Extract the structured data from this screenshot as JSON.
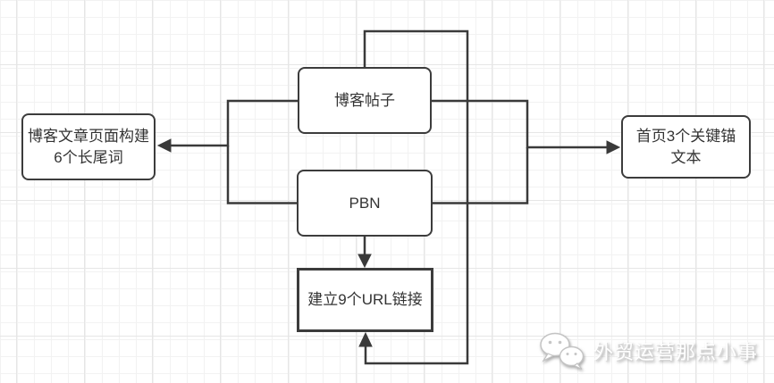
{
  "diagram": {
    "nodes": [
      {
        "id": "blog-posts",
        "label": "博客帖子"
      },
      {
        "id": "blog-article-longtail",
        "label": "博客文章页面构建\n6个长尾词"
      },
      {
        "id": "pbn",
        "label": "PBN"
      },
      {
        "id": "build-urls",
        "label": "建立9个URL链接"
      },
      {
        "id": "homepage-anchors",
        "label": "首页3个关键锚\n文本"
      }
    ],
    "edges": [
      {
        "from": "blog-posts",
        "to": "build-urls",
        "route": "up-right-around-loop",
        "arrow_enters": "bottom"
      },
      {
        "from": "blog-posts",
        "to": "homepage-anchors",
        "arrow_enters": "left"
      },
      {
        "from": "pbn",
        "to": "homepage-anchors",
        "arrow_enters": "left"
      },
      {
        "from": "blog-posts",
        "to": "blog-article-longtail",
        "arrow_enters": "right"
      },
      {
        "from": "pbn",
        "to": "blog-article-longtail",
        "arrow_enters": "right"
      },
      {
        "from": "pbn",
        "to": "build-urls",
        "arrow_enters": "top"
      }
    ]
  },
  "watermark": {
    "icon": "wechat-icon",
    "text": "外贸运营那点小事"
  },
  "colors": {
    "edge_stroke": "#3a3a3a",
    "node_border": "#3c3c3c",
    "node_fill": "#ffffff",
    "node_text": "#333333",
    "grid_minor": "#f2f2f2",
    "grid_major": "#e6e6e6",
    "canvas_bg": "#ffffff",
    "watermark_text": "#ffffff",
    "watermark_shadow": "#828282"
  }
}
